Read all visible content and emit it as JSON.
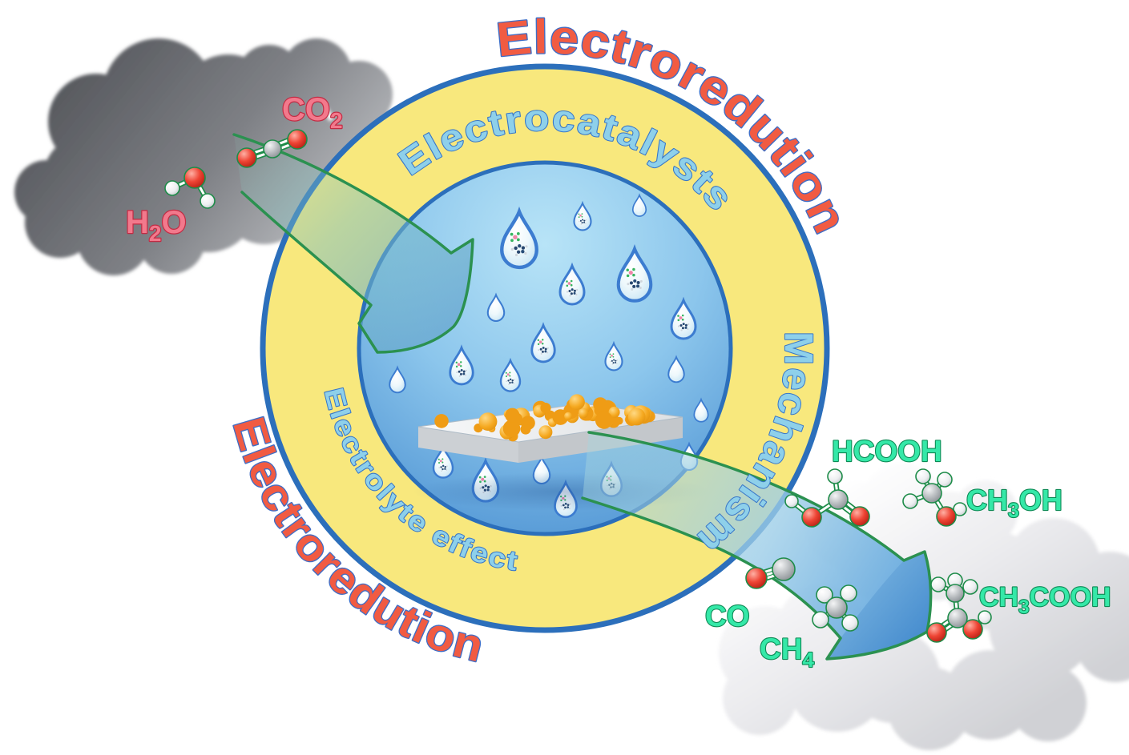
{
  "titles": {
    "top_arc": "Electroredution",
    "bottom_arc": "Electroredution"
  },
  "ring_labels": {
    "electrocatalysts": "Electrocatalysts",
    "mechanism": "Mechanism",
    "electrolyte_effect": "Electrolyte effect"
  },
  "reactants": {
    "co2": {
      "pre": "CO",
      "sub": "2",
      "post": ""
    },
    "h2o": {
      "pre": "H",
      "sub": "2",
      "post": "O"
    }
  },
  "products": {
    "hcooh": {
      "pre": "HCOOH",
      "sub": "",
      "post": ""
    },
    "ch3oh": {
      "pre": "CH",
      "sub": "3",
      "post": "OH"
    },
    "co": {
      "pre": "CO",
      "sub": "",
      "post": ""
    },
    "ch4": {
      "pre": "CH",
      "sub": "4",
      "post": ""
    },
    "ch3cooh": {
      "pre": "CH",
      "sub": "3",
      "post": "COOH"
    }
  },
  "colors": {
    "title_fill": "#F15B42",
    "title_stroke": "#3E6DC6",
    "ring_yellow": "#F8E87D",
    "circle_border": "#2C6FBB",
    "inner_label_fill": "#8ED0EA",
    "inner_label_stroke": "#3876C8",
    "reactant_label_fill": "#F2798C",
    "reactant_label_stroke": "#C22C44",
    "product_label_fill": "#35E8A8",
    "product_label_stroke": "#0D8A55",
    "arrow_outline_green": "#2B9150",
    "water_top": "#B8E4F7",
    "water_deep": "#4289CE",
    "droplet_stroke": "#3C7CD0",
    "nanoparticle_orange": "#F3A722",
    "atom_red": "#E8281E",
    "atom_gray": "#9FA3A7",
    "atom_white": "#FFFFFF",
    "bond_green": "#1E8C49",
    "cloud_dark": "#606267",
    "cloud_light": "#DDDEE1"
  }
}
